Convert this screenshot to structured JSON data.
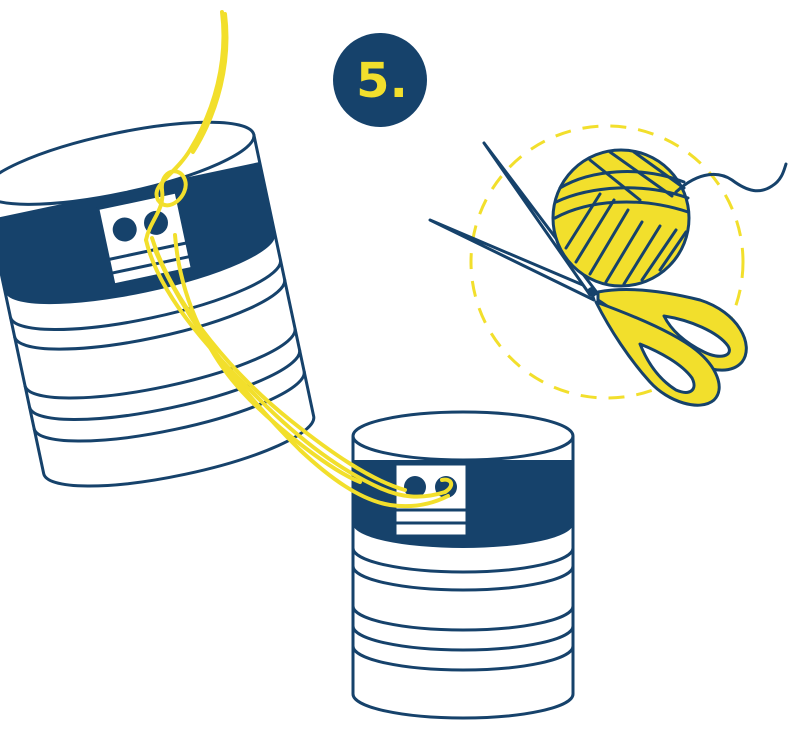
{
  "step_badge": {
    "label": "5."
  },
  "colors": {
    "navy": "#16426b",
    "yellow": "#f2df2c",
    "white": "#ffffff"
  },
  "illustration": {
    "objects": [
      "tin-can-left",
      "tin-can-right",
      "yarn-string",
      "yarn-ball",
      "scissors",
      "dashed-circle"
    ]
  }
}
